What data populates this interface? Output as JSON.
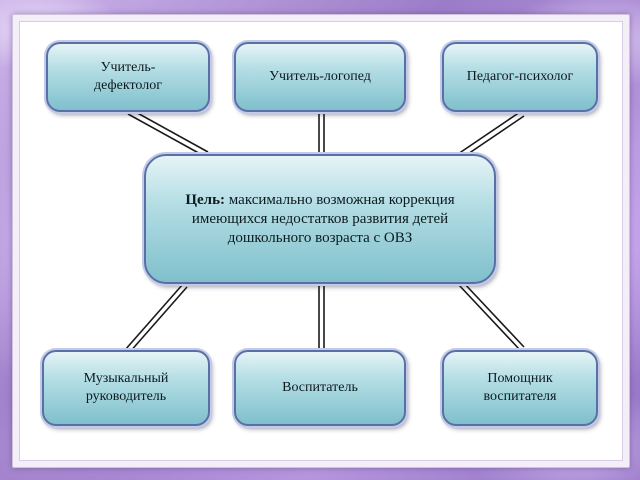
{
  "nodes": {
    "defectologist": "Учитель-\nдефектолог",
    "speech_therapist": "Учитель-логопед",
    "psychologist": "Педагог-психолог",
    "music_director": "Музыкальный\nруководитель",
    "educator": "Воспитатель",
    "assistant": "Помощник\nвоспитателя"
  },
  "center": {
    "label": "Цель:",
    "text": "максимально возможная коррекция имеющихся недостатков развития детей дошкольного возраста с ОВЗ"
  },
  "colors": {
    "box_top": "#e6f4f6",
    "box_bottom": "#7fc0cc",
    "box_border": "#5a6fa8",
    "connector": "#1a1a1a",
    "background": "#b79ad6"
  }
}
